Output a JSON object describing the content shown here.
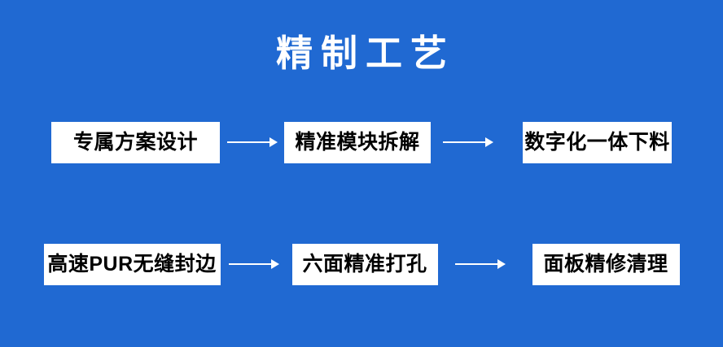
{
  "background_color": "#2069d2",
  "box_color": "#ffffff",
  "text_color": "#000000",
  "title_color": "#ffffff",
  "header": {
    "title": "精制工艺"
  },
  "flow": {
    "rows": [
      {
        "steps": [
          {
            "label": "专属方案设计"
          },
          {
            "label": "精准模块拆解"
          },
          {
            "label": "数字化一体下料"
          }
        ]
      },
      {
        "steps": [
          {
            "label": "高速PUR无缝封边"
          },
          {
            "label": "六面精准打孔"
          },
          {
            "label": "面板精修清理"
          }
        ]
      }
    ],
    "connector_icon": "arrow-right-icon"
  }
}
